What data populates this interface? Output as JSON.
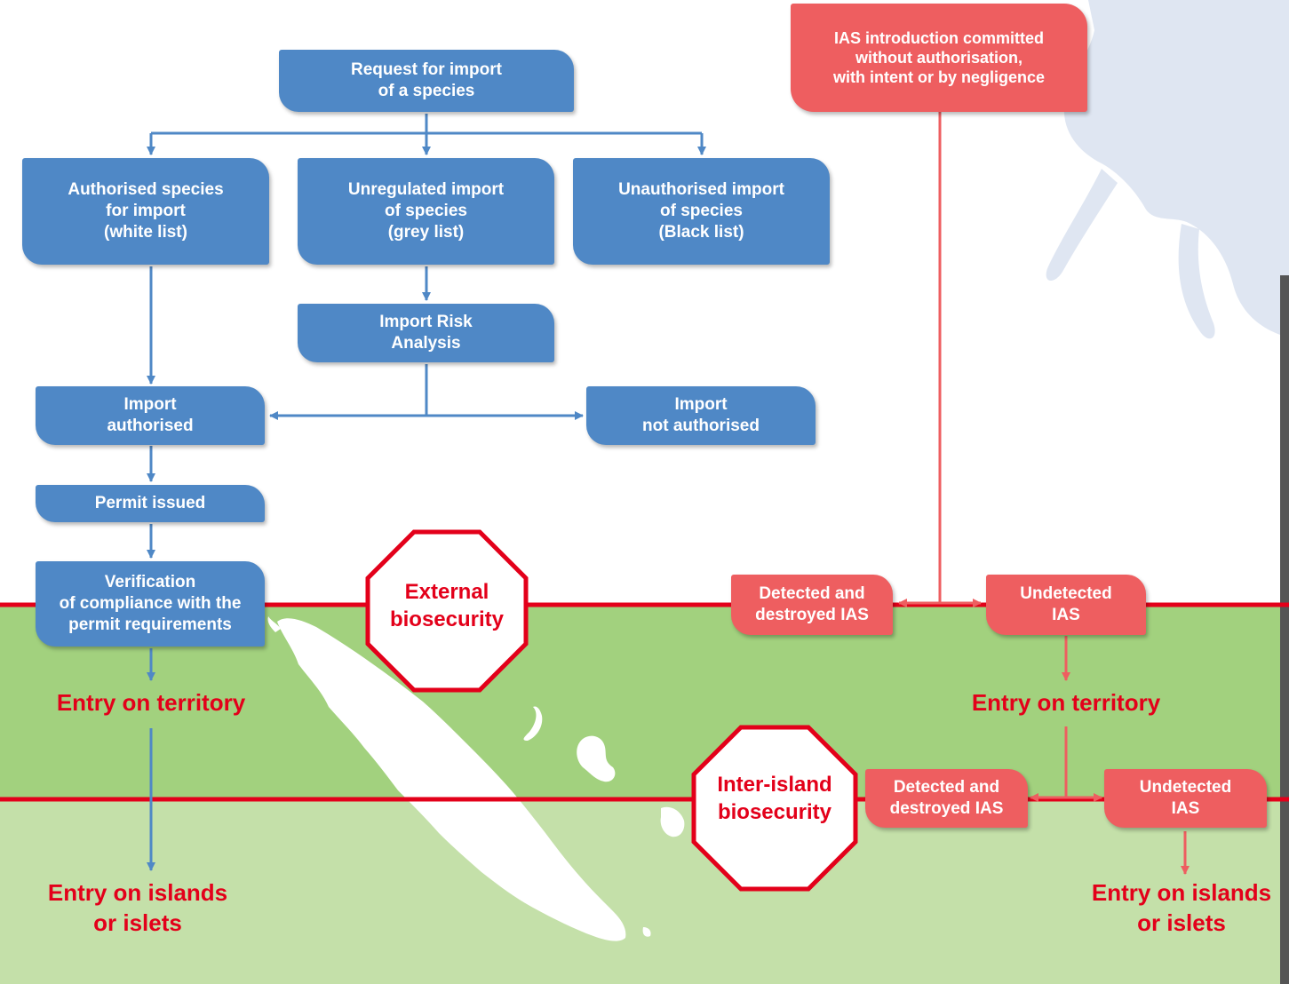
{
  "boxes": {
    "request": "Request for import\nof a species",
    "white": "Authorised species\nfor import\n(white list)",
    "grey": "Unregulated import\nof species\n(grey list)",
    "black": "Unauthorised import\nof species\n(Black list)",
    "risk": "Import Risk\nAnalysis",
    "authorised": "Import\nauthorised",
    "not_authorised": "Import\nnot authorised",
    "permit": "Permit issued",
    "verification": "Verification\nof compliance with the\npermit requirements",
    "ias_intro": "IAS introduction committed\nwithout authorisation,\nwith intent or by negligence",
    "detected_ext": "Detected and\ndestroyed IAS",
    "undetected_ext": "Undetected\nIAS",
    "detected_int": "Detected and\ndestroyed IAS",
    "undetected_int": "Undetected\nIAS"
  },
  "labels": {
    "entry_territory_left": "Entry on territory",
    "entry_territory_right": "Entry on territory",
    "entry_islands_left": "Entry on islands\nor islets",
    "entry_islands_right": "Entry on islands\nor islets"
  },
  "octagons": {
    "external": "External\nbiosecurity",
    "inter_island": "Inter-island\nbiosecurity"
  },
  "colors": {
    "blue": "#4f88c6",
    "red_box": "#ee5e60",
    "red_text": "#e3001a",
    "green_dark": "#a2d17e",
    "green_light": "#c4e0a9",
    "watermark": "#dfe6f2"
  }
}
